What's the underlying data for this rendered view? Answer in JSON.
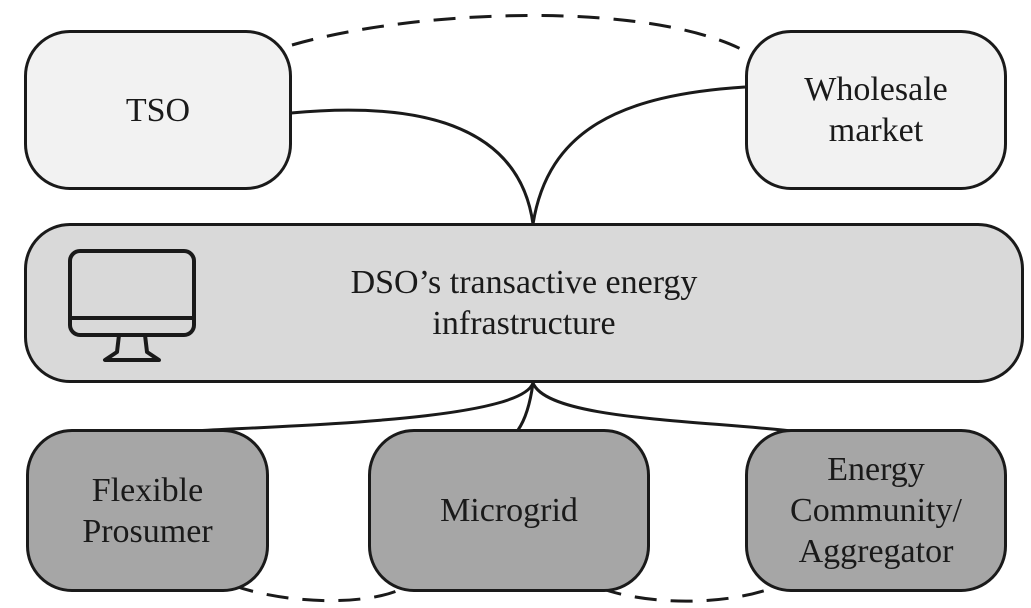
{
  "nodes": {
    "tso": {
      "lines": [
        "TSO"
      ]
    },
    "wholesale": {
      "lines": [
        "Wholesale",
        "market"
      ]
    },
    "dso": {
      "lines": [
        "DSO’s transactive energy",
        "infrastructure"
      ],
      "icon": "monitor-icon"
    },
    "flexible": {
      "lines": [
        "Flexible",
        "Prosumer"
      ]
    },
    "microgrid": {
      "lines": [
        "Microgrid"
      ]
    },
    "community": {
      "lines": [
        "Energy",
        "Community/",
        "Aggregator"
      ]
    }
  },
  "colors": {
    "top_fill": "#f2f2f2",
    "middle_fill": "#d9d9d9",
    "bottom_fill": "#a6a6a6",
    "stroke": "#1a1a1a"
  }
}
